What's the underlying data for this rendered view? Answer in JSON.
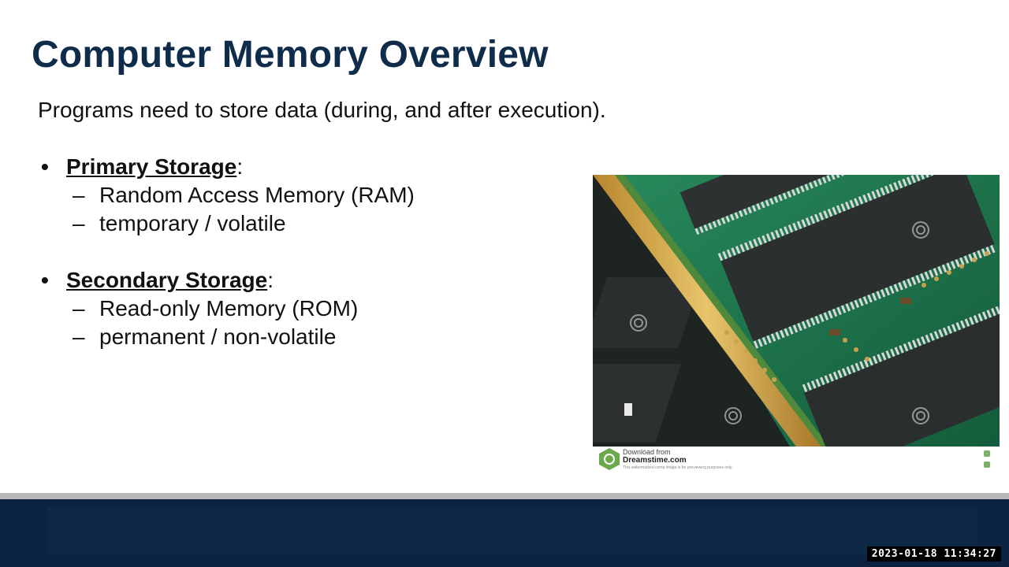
{
  "slide": {
    "title": "Computer Memory Overview",
    "intro": "Programs need to store data (during, and after execution).",
    "sections": [
      {
        "heading": "Primary Storage",
        "items": [
          "Random Access Memory (RAM)",
          "temporary / volatile"
        ]
      },
      {
        "heading": "Secondary Storage",
        "items": [
          "Read-only Memory (ROM)",
          "permanent / non-volatile"
        ]
      }
    ],
    "bullet_char": "•",
    "dash_char": "–",
    "colon": ":"
  },
  "image": {
    "subject": "ram-module-closeup",
    "watermark": "dreamstime",
    "credit": {
      "line1": "Download from",
      "line2": "Dreamstime.com",
      "line3": "This watermarked comp image is for previewing purposes only."
    }
  },
  "overlay": {
    "timestamp": "2023-01-18  11:34:27"
  },
  "colors": {
    "title": "#0f2d4a",
    "footer": "#0b2340",
    "pcb": "#1f7a4d",
    "chip": "#2b2f30",
    "gold": "#d4a640"
  }
}
